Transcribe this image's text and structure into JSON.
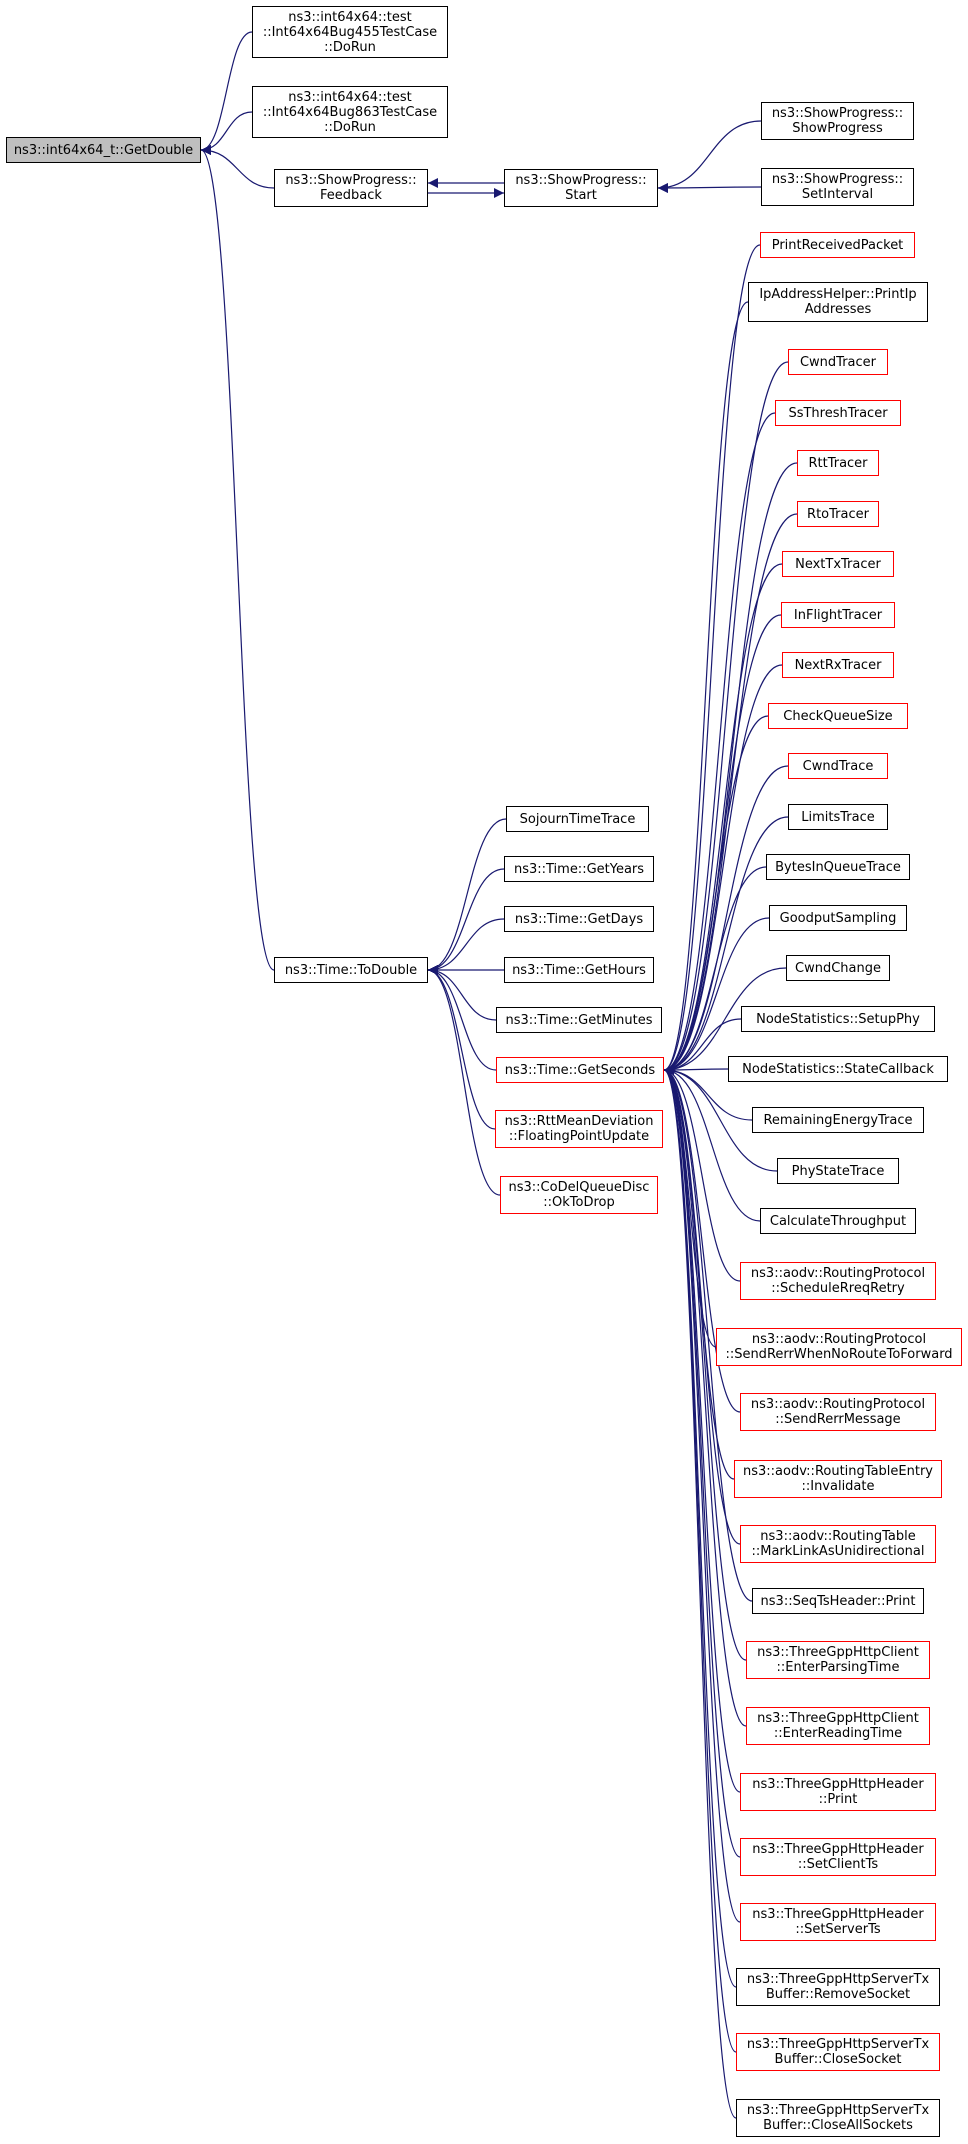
{
  "colors": {
    "edge": "#191970",
    "node_border": "#000000",
    "node_border_incomplete": "#ff0000",
    "root_fill": "#bfbfbf"
  },
  "nodes": [
    {
      "id": "getdouble",
      "label": "ns3::int64x64_t::GetDouble",
      "style": "root"
    },
    {
      "id": "bug455",
      "label": "ns3::int64x64::test\n::Int64x64Bug455TestCase\n::DoRun",
      "style": "normal"
    },
    {
      "id": "bug863",
      "label": "ns3::int64x64::test\n::Int64x64Bug863TestCase\n::DoRun",
      "style": "normal"
    },
    {
      "id": "feedback",
      "label": "ns3::ShowProgress::\nFeedback",
      "style": "normal"
    },
    {
      "id": "start",
      "label": "ns3::ShowProgress::\nStart",
      "style": "normal"
    },
    {
      "id": "showprogress",
      "label": "ns3::ShowProgress::\nShowProgress",
      "style": "normal"
    },
    {
      "id": "setinterval",
      "label": "ns3::ShowProgress::\nSetInterval",
      "style": "normal"
    },
    {
      "id": "todouble",
      "label": "ns3::Time::ToDouble",
      "style": "normal"
    },
    {
      "id": "sojourn",
      "label": "SojournTimeTrace",
      "style": "normal"
    },
    {
      "id": "getyears",
      "label": "ns3::Time::GetYears",
      "style": "normal"
    },
    {
      "id": "getdays",
      "label": "ns3::Time::GetDays",
      "style": "normal"
    },
    {
      "id": "gethours",
      "label": "ns3::Time::GetHours",
      "style": "normal"
    },
    {
      "id": "getminutes",
      "label": "ns3::Time::GetMinutes",
      "style": "normal"
    },
    {
      "id": "getseconds",
      "label": "ns3::Time::GetSeconds",
      "style": "incomplete"
    },
    {
      "id": "rttmean",
      "label": "ns3::RttMeanDeviation\n::FloatingPointUpdate",
      "style": "incomplete"
    },
    {
      "id": "codel",
      "label": "ns3::CoDelQueueDisc\n::OkToDrop",
      "style": "incomplete"
    },
    {
      "id": "printreceived",
      "label": "PrintReceivedPacket",
      "style": "incomplete"
    },
    {
      "id": "ipaddress",
      "label": "IpAddressHelper::PrintIp\nAddresses",
      "style": "normal"
    },
    {
      "id": "cwndtracer",
      "label": "CwndTracer",
      "style": "incomplete"
    },
    {
      "id": "ssthresh",
      "label": "SsThreshTracer",
      "style": "incomplete"
    },
    {
      "id": "rtttracer",
      "label": "RttTracer",
      "style": "incomplete"
    },
    {
      "id": "rtotracer",
      "label": "RtoTracer",
      "style": "incomplete"
    },
    {
      "id": "nexttx",
      "label": "NextTxTracer",
      "style": "incomplete"
    },
    {
      "id": "inflight",
      "label": "InFlightTracer",
      "style": "incomplete"
    },
    {
      "id": "nextrx",
      "label": "NextRxTracer",
      "style": "incomplete"
    },
    {
      "id": "checkqueue",
      "label": "CheckQueueSize",
      "style": "incomplete"
    },
    {
      "id": "cwndtrace",
      "label": "CwndTrace",
      "style": "incomplete"
    },
    {
      "id": "limits",
      "label": "LimitsTrace",
      "style": "normal"
    },
    {
      "id": "bytesinqueue",
      "label": "BytesInQueueTrace",
      "style": "normal"
    },
    {
      "id": "goodput",
      "label": "GoodputSampling",
      "style": "normal"
    },
    {
      "id": "cwndchange",
      "label": "CwndChange",
      "style": "normal"
    },
    {
      "id": "setupphy",
      "label": "NodeStatistics::SetupPhy",
      "style": "normal"
    },
    {
      "id": "statecallback",
      "label": "NodeStatistics::StateCallback",
      "style": "normal"
    },
    {
      "id": "remainingenergy",
      "label": "RemainingEnergyTrace",
      "style": "normal"
    },
    {
      "id": "phystate",
      "label": "PhyStateTrace",
      "style": "normal"
    },
    {
      "id": "calcthroughput",
      "label": "CalculateThroughput",
      "style": "normal"
    },
    {
      "id": "aodvrreq",
      "label": "ns3::aodv::RoutingProtocol\n::ScheduleRreqRetry",
      "style": "incomplete"
    },
    {
      "id": "aodvsendrerrnoroute",
      "label": "ns3::aodv::RoutingProtocol\n::SendRerrWhenNoRouteToForward",
      "style": "incomplete"
    },
    {
      "id": "aodvsendrerr",
      "label": "ns3::aodv::RoutingProtocol\n::SendRerrMessage",
      "style": "incomplete"
    },
    {
      "id": "aodvinvalidate",
      "label": "ns3::aodv::RoutingTableEntry\n::Invalidate",
      "style": "incomplete"
    },
    {
      "id": "aodvmarklink",
      "label": "ns3::aodv::RoutingTable\n::MarkLinkAsUnidirectional",
      "style": "incomplete"
    },
    {
      "id": "seqts",
      "label": "ns3::SeqTsHeader::Print",
      "style": "normal"
    },
    {
      "id": "httpparsing",
      "label": "ns3::ThreeGppHttpClient\n::EnterParsingTime",
      "style": "incomplete"
    },
    {
      "id": "httpreading",
      "label": "ns3::ThreeGppHttpClient\n::EnterReadingTime",
      "style": "incomplete"
    },
    {
      "id": "httpheaderprint",
      "label": "ns3::ThreeGppHttpHeader\n::Print",
      "style": "incomplete"
    },
    {
      "id": "httpsetclient",
      "label": "ns3::ThreeGppHttpHeader\n::SetClientTs",
      "style": "incomplete"
    },
    {
      "id": "httpsetserver",
      "label": "ns3::ThreeGppHttpHeader\n::SetServerTs",
      "style": "incomplete"
    },
    {
      "id": "httpremovesocket",
      "label": "ns3::ThreeGppHttpServerTx\nBuffer::RemoveSocket",
      "style": "normal"
    },
    {
      "id": "httpclosesocket",
      "label": "ns3::ThreeGppHttpServerTx\nBuffer::CloseSocket",
      "style": "incomplete"
    },
    {
      "id": "httpcloseall",
      "label": "ns3::ThreeGppHttpServerTx\nBuffer::CloseAllSockets",
      "style": "normal"
    }
  ],
  "edges": [
    {
      "from": "bug455",
      "to": "getdouble"
    },
    {
      "from": "bug863",
      "to": "getdouble"
    },
    {
      "from": "feedback",
      "to": "getdouble"
    },
    {
      "from": "todouble",
      "to": "getdouble"
    },
    {
      "from": "start",
      "to": "feedback"
    },
    {
      "from": "feedback",
      "to": "start"
    },
    {
      "from": "showprogress",
      "to": "start"
    },
    {
      "from": "setinterval",
      "to": "start"
    },
    {
      "from": "sojourn",
      "to": "todouble"
    },
    {
      "from": "getyears",
      "to": "todouble"
    },
    {
      "from": "getdays",
      "to": "todouble"
    },
    {
      "from": "gethours",
      "to": "todouble"
    },
    {
      "from": "getminutes",
      "to": "todouble"
    },
    {
      "from": "getseconds",
      "to": "todouble"
    },
    {
      "from": "rttmean",
      "to": "todouble"
    },
    {
      "from": "codel",
      "to": "todouble"
    },
    {
      "from": "printreceived",
      "to": "getseconds"
    },
    {
      "from": "ipaddress",
      "to": "getseconds"
    },
    {
      "from": "cwndtracer",
      "to": "getseconds"
    },
    {
      "from": "ssthresh",
      "to": "getseconds"
    },
    {
      "from": "rtttracer",
      "to": "getseconds"
    },
    {
      "from": "rtotracer",
      "to": "getseconds"
    },
    {
      "from": "nexttx",
      "to": "getseconds"
    },
    {
      "from": "inflight",
      "to": "getseconds"
    },
    {
      "from": "nextrx",
      "to": "getseconds"
    },
    {
      "from": "checkqueue",
      "to": "getseconds"
    },
    {
      "from": "cwndtrace",
      "to": "getseconds"
    },
    {
      "from": "limits",
      "to": "getseconds"
    },
    {
      "from": "bytesinqueue",
      "to": "getseconds"
    },
    {
      "from": "goodput",
      "to": "getseconds"
    },
    {
      "from": "cwndchange",
      "to": "getseconds"
    },
    {
      "from": "setupphy",
      "to": "getseconds"
    },
    {
      "from": "statecallback",
      "to": "getseconds"
    },
    {
      "from": "remainingenergy",
      "to": "getseconds"
    },
    {
      "from": "phystate",
      "to": "getseconds"
    },
    {
      "from": "calcthroughput",
      "to": "getseconds"
    },
    {
      "from": "aodvrreq",
      "to": "getseconds"
    },
    {
      "from": "aodvsendrerrnoroute",
      "to": "getseconds"
    },
    {
      "from": "aodvsendrerr",
      "to": "getseconds"
    },
    {
      "from": "aodvinvalidate",
      "to": "getseconds"
    },
    {
      "from": "aodvmarklink",
      "to": "getseconds"
    },
    {
      "from": "seqts",
      "to": "getseconds"
    },
    {
      "from": "httpparsing",
      "to": "getseconds"
    },
    {
      "from": "httpreading",
      "to": "getseconds"
    },
    {
      "from": "httpheaderprint",
      "to": "getseconds"
    },
    {
      "from": "httpsetclient",
      "to": "getseconds"
    },
    {
      "from": "httpsetserver",
      "to": "getseconds"
    },
    {
      "from": "httpremovesocket",
      "to": "getseconds"
    },
    {
      "from": "httpclosesocket",
      "to": "getseconds"
    },
    {
      "from": "httpcloseall",
      "to": "getseconds"
    }
  ]
}
